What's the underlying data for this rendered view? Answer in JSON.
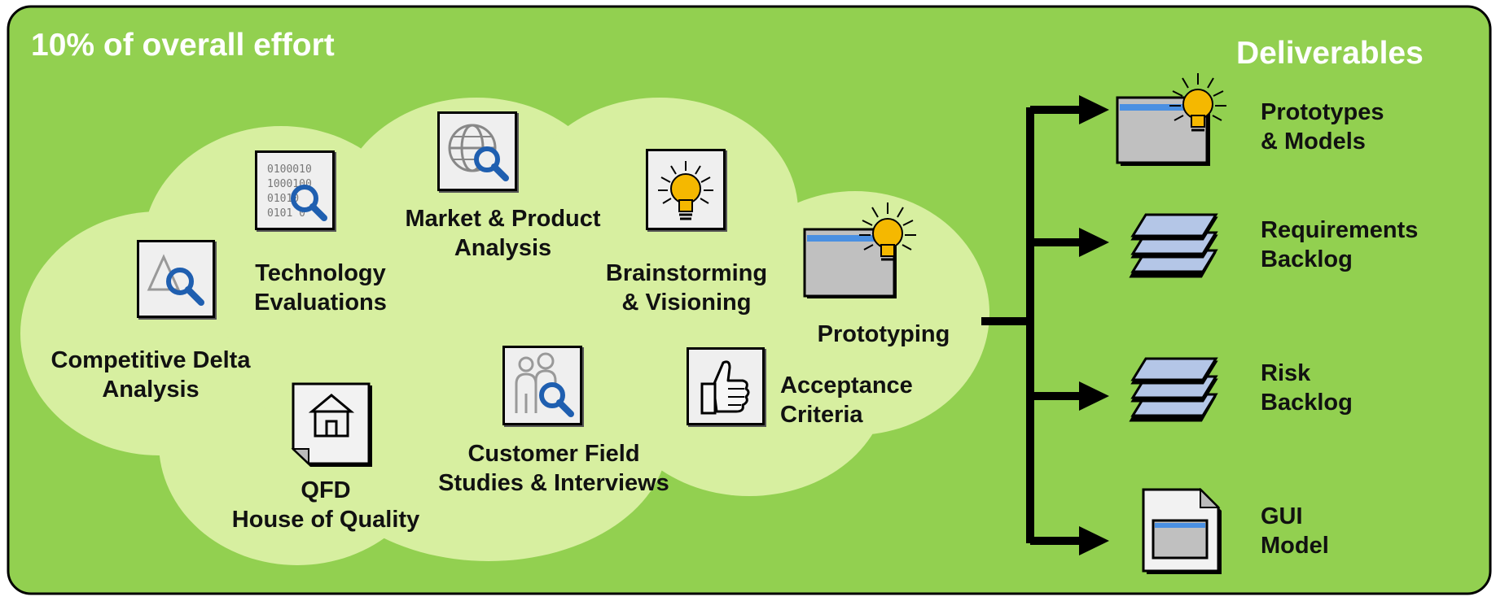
{
  "header": {
    "effort": "10% of overall effort",
    "deliverables_title": "Deliverables"
  },
  "activities": {
    "competitive_delta": [
      "Competitive Delta",
      "Analysis"
    ],
    "technology_eval": [
      "Technology",
      "Evaluations"
    ],
    "market_product": [
      "Market & Product",
      "Analysis"
    ],
    "brainstorming": [
      "Brainstorming",
      "& Visioning"
    ],
    "prototyping": [
      "Prototyping"
    ],
    "qfd": [
      "QFD",
      "House of Quality"
    ],
    "customer_field": [
      "Customer Field",
      "Studies & Interviews"
    ],
    "acceptance": [
      "Acceptance",
      "Criteria"
    ]
  },
  "deliverables": [
    {
      "line1": "Prototypes",
      "line2": "& Models",
      "icon": "prototype-window-bulb-icon"
    },
    {
      "line1": "Requirements",
      "line2": "Backlog",
      "icon": "stacked-layers-icon"
    },
    {
      "line1": "Risk",
      "line2": "Backlog",
      "icon": "stacked-layers-icon"
    },
    {
      "line1": "GUI",
      "line2": "Model",
      "icon": "gui-document-icon"
    }
  ],
  "colors": {
    "panel": "#92d050",
    "cloud": "#d7efa0",
    "border": "#000000",
    "magnifier": "#1f5fb0",
    "bulb": "#f5b800",
    "window_bar": "#4a90e2"
  }
}
